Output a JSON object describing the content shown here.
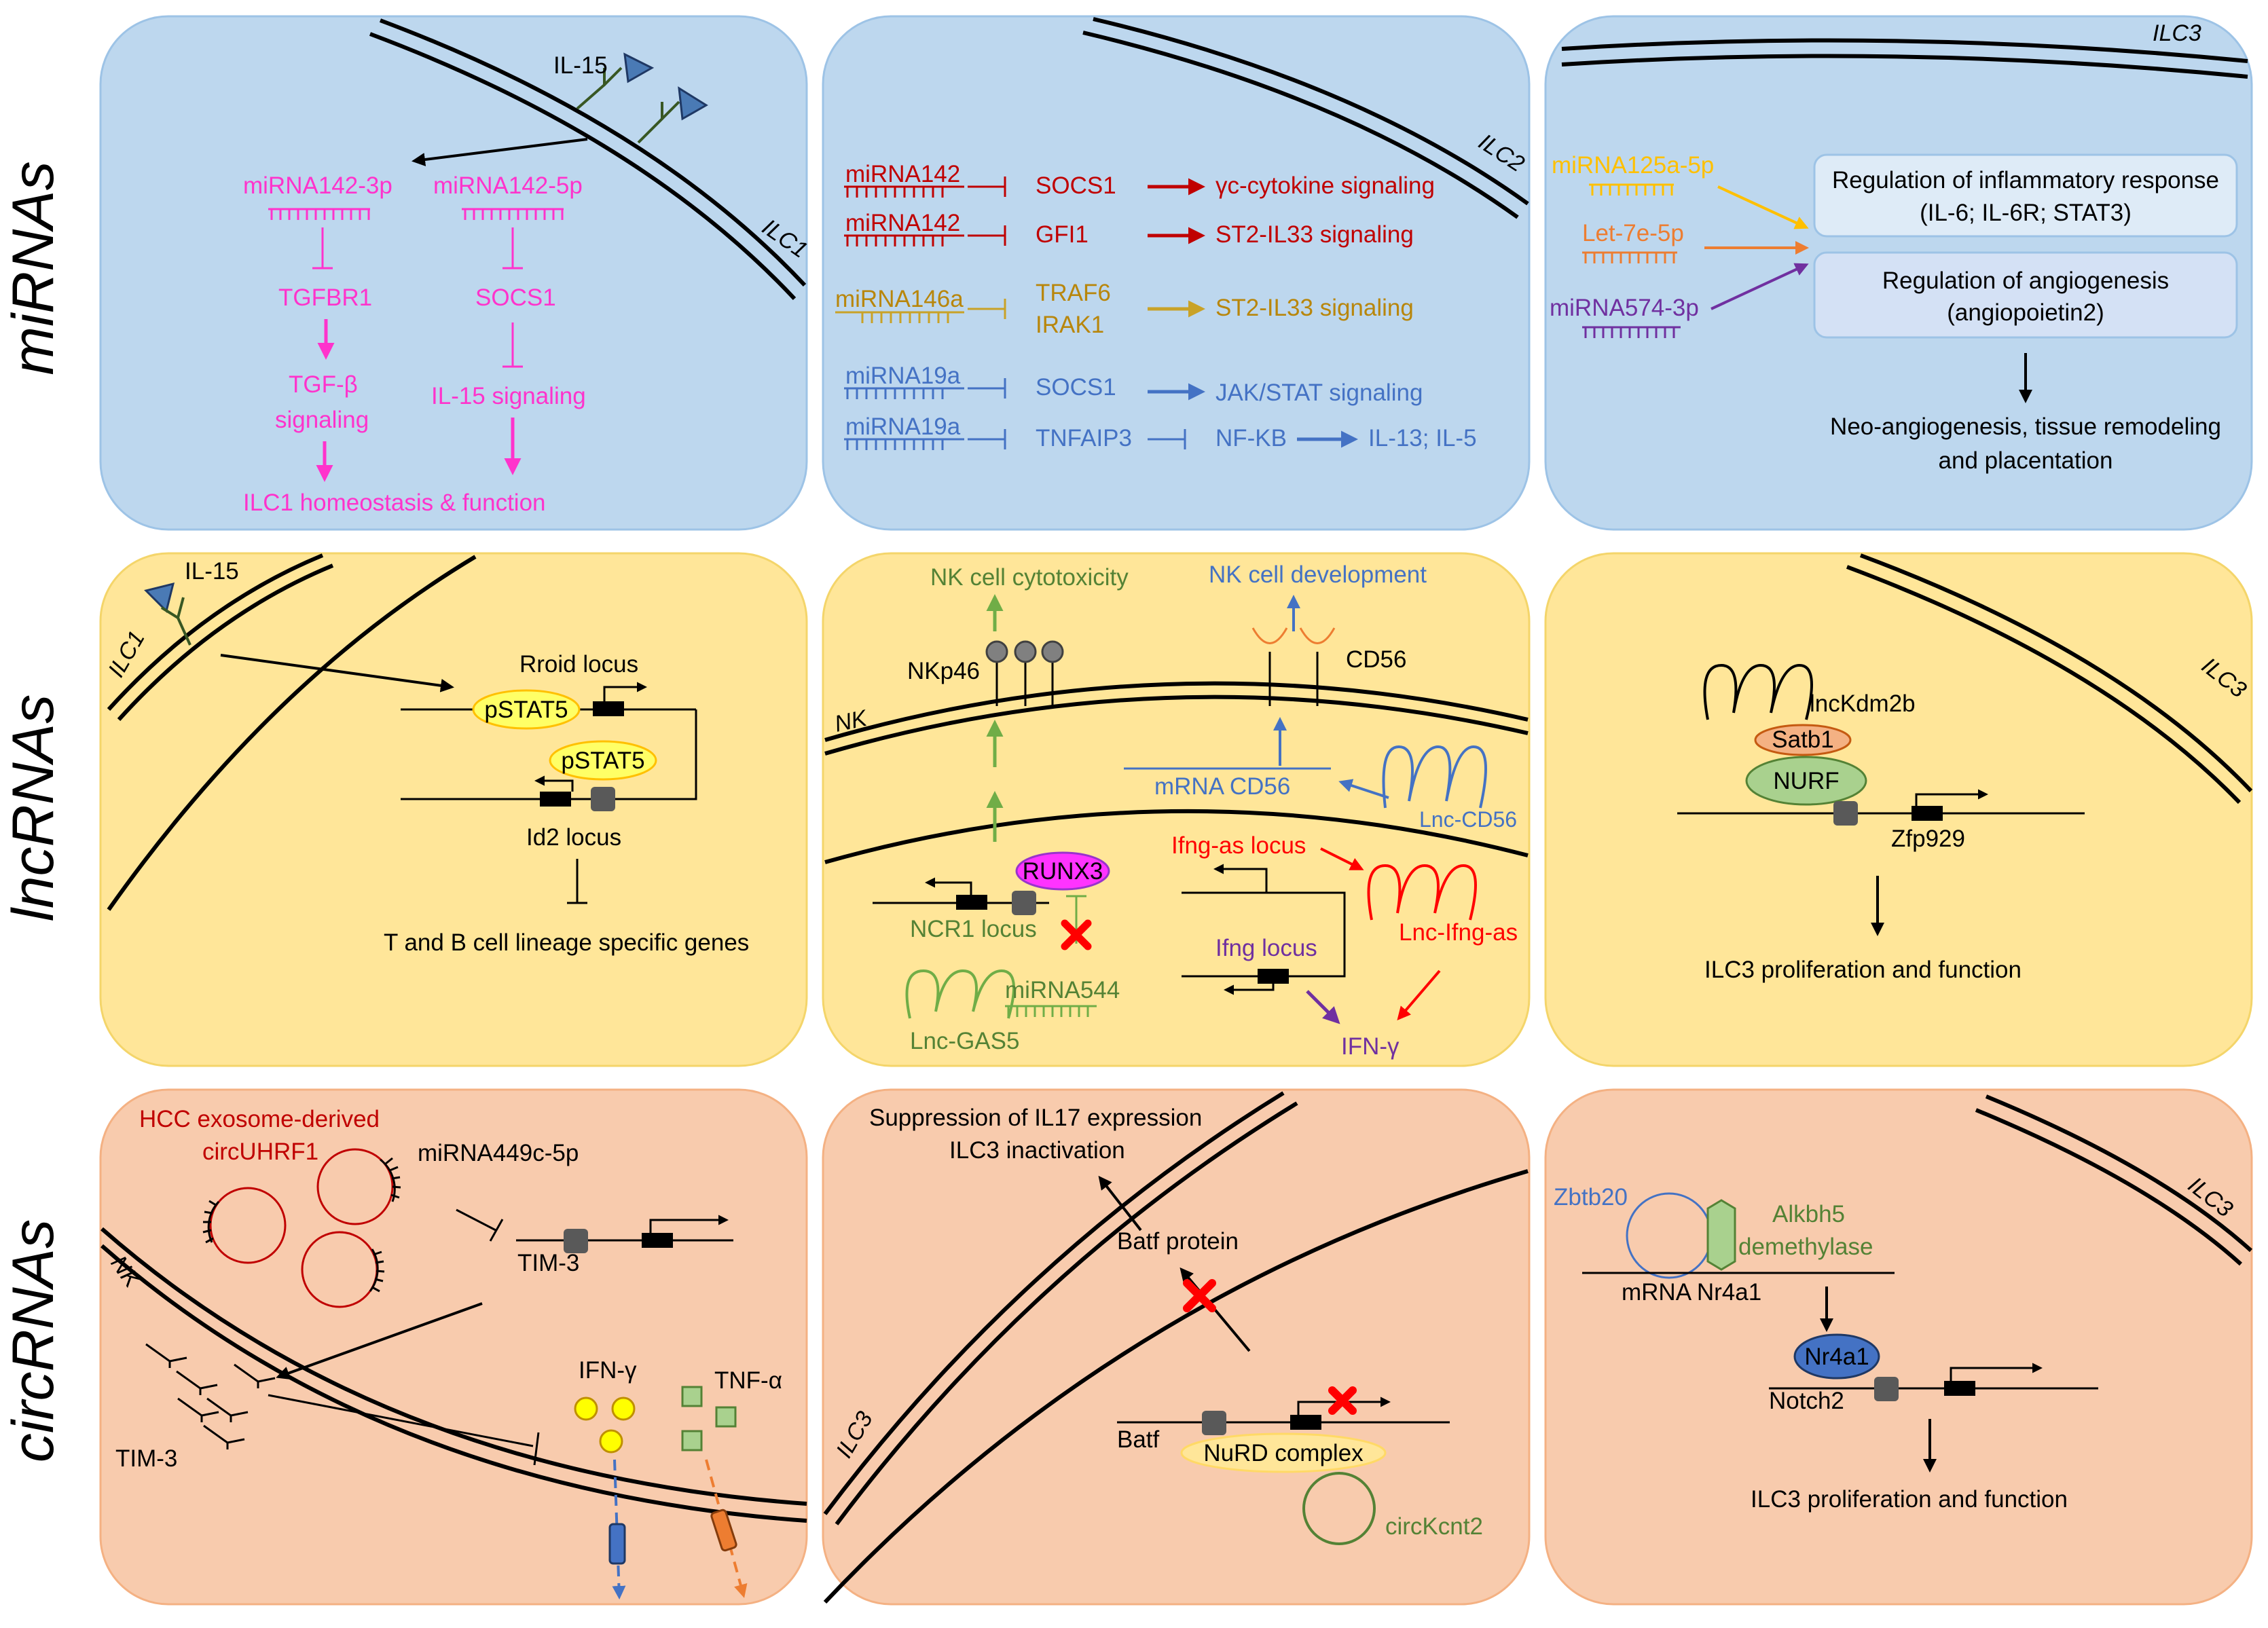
{
  "row_labels": [
    "miRNAs",
    "lncRNAs",
    "circRNAs"
  ],
  "colors": {
    "blue_panel": "#bdd7ee",
    "yellow_panel": "#ffe699",
    "orange_panel": "#f8cbad",
    "magenta": "#ff33cc",
    "darkred": "#c00000",
    "gold": "#b8860b",
    "blue": "#4472c4",
    "green": "#548235",
    "red": "#ff0000",
    "purple": "#7030a0",
    "orange": "#ed7d31",
    "yellow_text": "#ffc000"
  },
  "icons": [
    "receptor-icon",
    "ligand-triangle-icon",
    "hairpin-icon",
    "stem-loop-icon",
    "circle-rna-icon",
    "red-x-icon",
    "gene-promoter-arrow-icon"
  ],
  "p11": {
    "il15": "IL-15",
    "cell": "ILC1",
    "mirna_a": "miRNA142-3p",
    "mirna_b": "miRNA142-5p",
    "target_a": "TGFBR1",
    "target_b": "SOCS1",
    "tgfb_1": "TGF-β",
    "tgfb_2": "signaling",
    "il15sig": "IL-15 signaling",
    "outcome": "ILC1 homeostasis & function"
  },
  "p12": {
    "cell": "ILC2",
    "rows": [
      {
        "mirna": "miRNA142",
        "target": "SOCS1",
        "target2": "",
        "pathway": "γc-cytokine signaling"
      },
      {
        "mirna": "miRNA142",
        "target": "GFI1",
        "target2": "",
        "pathway": "ST2-IL33 signaling"
      },
      {
        "mirna": "miRNA146a",
        "target": "TRAF6",
        "target2": "IRAK1",
        "pathway": "ST2-IL33 signaling"
      },
      {
        "mirna": "miRNA19a",
        "target": "SOCS1",
        "target2": "",
        "pathway": "JAK/STAT signaling"
      },
      {
        "mirna": "miRNA19a",
        "target": "TNFAIP3",
        "target2": "NF-KB",
        "pathway": "IL-13; IL-5"
      }
    ]
  },
  "p13": {
    "cell": "ILC3",
    "mirna_a": "miRNA125a-5p",
    "mirna_b": "Let-7e-5p",
    "mirna_c": "miRNA574-3p",
    "box1_l1": "Regulation of inflammatory response",
    "box1_l2": "(IL-6; IL-6R; STAT3)",
    "box2_l1": "Regulation of angiogenesis",
    "box2_l2": "(angiopoietin2)",
    "outcome_l1": "Neo-angiogenesis, tissue remodeling",
    "outcome_l2": "and placentation"
  },
  "p21": {
    "il15": "IL-15",
    "cell": "ILC1",
    "rroid": "Rroid locus",
    "pstat_a": "pSTAT5",
    "pstat_b": "pSTAT5",
    "id2": "Id2 locus",
    "outcome": "T and B cell lineage specific genes"
  },
  "p22": {
    "cytotox": "NK cell cytotoxicity",
    "development": "NK cell development",
    "nkp46": "NKp46",
    "cd56": "CD56",
    "cell": "NK",
    "mrna_cd56": "mRNA CD56",
    "lnc_cd56": "Lnc-CD56",
    "runx3": "RUNX3",
    "ncr1": "NCR1 locus",
    "ifng_as_locus": "Ifng-as locus",
    "lnc_ifng_as": "Lnc-Ifng-as",
    "ifng_locus": "Ifng locus",
    "mirna544": "miRNA544",
    "lnc_gas5": "Lnc-GAS5",
    "ifng": "IFN-γ"
  },
  "p23": {
    "cell": "ILC3",
    "lnc": "lncKdm2b",
    "satb1": "Satb1",
    "nurf": "NURF",
    "gene": "Zfp929",
    "outcome": "ILC3 proliferation and function"
  },
  "p31": {
    "hcc": "HCC exosome-derived",
    "circ": "circUHRF1",
    "mirna": "miRNA449c-5p",
    "tim3_gene": "TIM-3",
    "cell": "NK",
    "tim3": "TIM-3",
    "ifng": "IFN-γ",
    "tnfa": "TNF-α"
  },
  "p32": {
    "sup_l1": "Suppression of IL17 expression",
    "sup_l2": "ILC3 inactivation",
    "batf_protein": "Batf protein",
    "cell": "ILC3",
    "batf": "Batf",
    "nurd": "NuRD complex",
    "circ": "circKcnt2"
  },
  "p33": {
    "cell": "ILC3",
    "zbtb20": "Zbtb20",
    "alk_l1": "Alkbh5",
    "alk_l2": "demethylase",
    "mrna": "mRNA Nr4a1",
    "nr4a1": "Nr4a1",
    "notch2": "Notch2",
    "outcome": "ILC3 proliferation  and function"
  }
}
